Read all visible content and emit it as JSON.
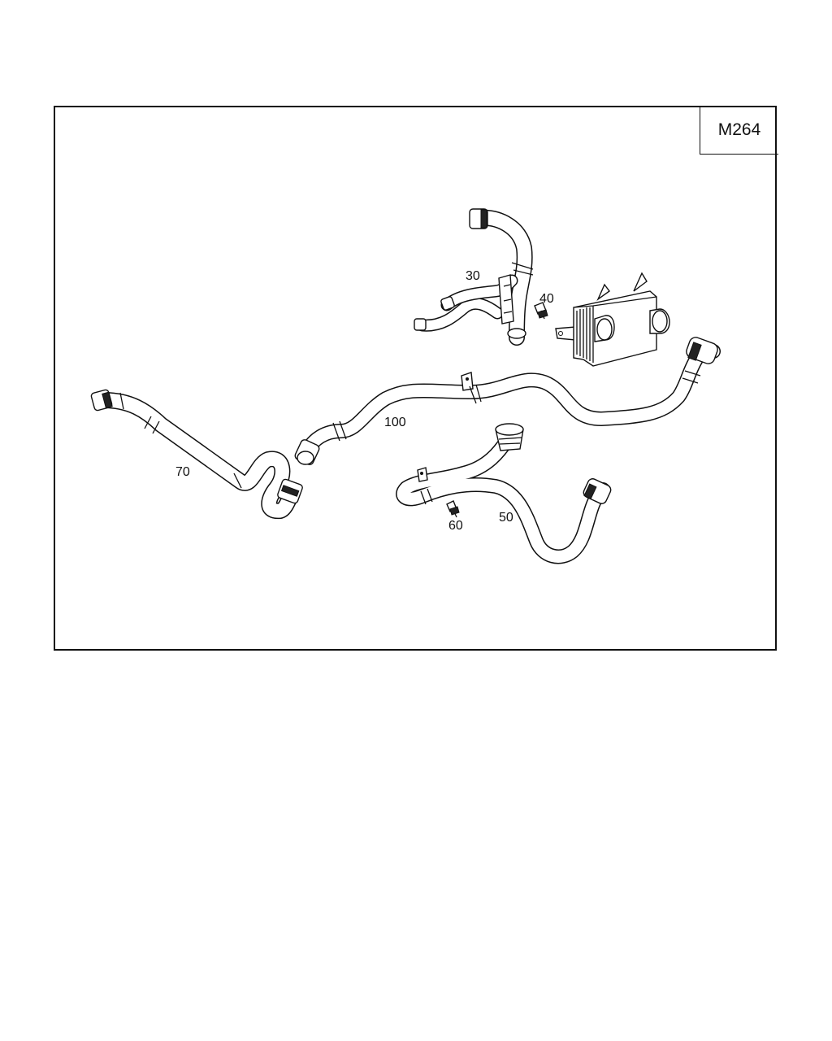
{
  "diagram": {
    "engine_code": "M264",
    "callouts": {
      "p30": "30",
      "p40": "40",
      "p50": "50",
      "p60": "60",
      "p70": "70",
      "p100": "100"
    }
  }
}
